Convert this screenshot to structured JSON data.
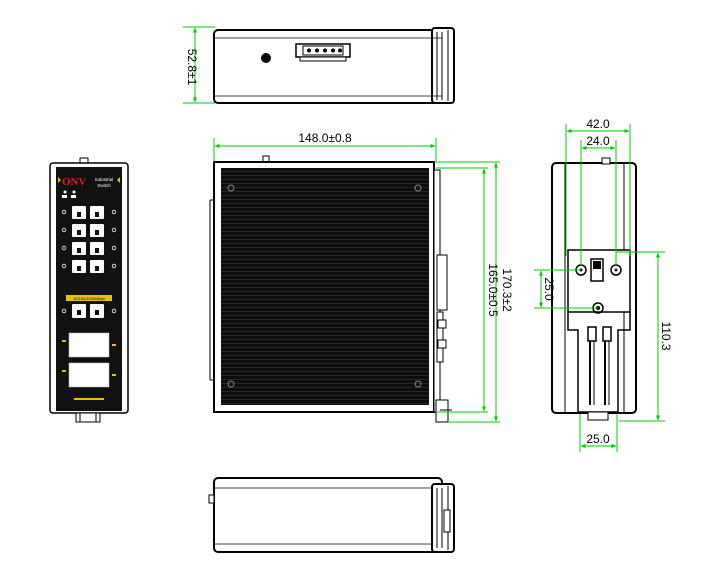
{
  "dimensions": {
    "top_height": "52.8±1",
    "front_width": "148.0±0.8",
    "front_height_total": "170.3±2",
    "front_height_body": "165.0±0.5",
    "side_width_outer": "42.0",
    "side_width_inner": "24.0",
    "side_hole_spacing": "25.0",
    "side_mount_height": "110.3",
    "side_bottom_width": "25.0"
  },
  "panel": {
    "brand": "ONV",
    "product_line1": "Industrial",
    "product_line2": "Switch",
    "speed_label": "10/100/1000Mbps"
  },
  "colors": {
    "dimension_line": "#00cc00",
    "outline": "#000000",
    "device_body": "#111111",
    "brand": "#d42020",
    "highlight": "#e6c200"
  }
}
